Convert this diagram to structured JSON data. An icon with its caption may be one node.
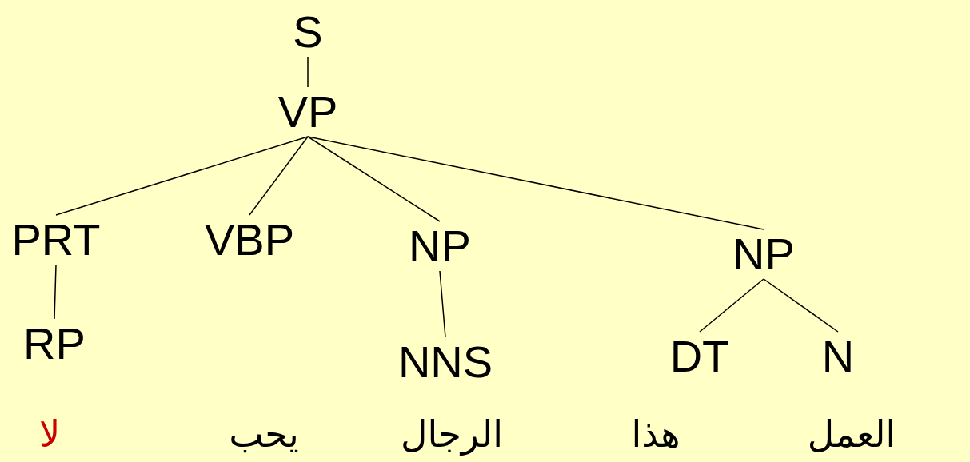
{
  "diagram": {
    "nodes": [
      {
        "text": [
          "S"
        ]
      },
      {
        "text": [
          "VP"
        ]
      },
      {
        "text": [
          "PRT"
        ]
      },
      {
        "text": [
          "VBP"
        ]
      },
      {
        "text": [
          "NP"
        ]
      },
      {
        "text": [
          "NP"
        ]
      },
      {
        "text": [
          "RP"
        ]
      },
      {
        "text": [
          "NNS"
        ]
      },
      {
        "text": [
          "DT"
        ]
      },
      {
        "text": [
          "N"
        ]
      }
    ],
    "edges": [
      {
        "from": 0,
        "to": 1,
        "arrow": "none"
      },
      {
        "from": 1,
        "to": 2,
        "arrow": "none"
      },
      {
        "from": 1,
        "to": 3,
        "arrow": "none"
      },
      {
        "from": 1,
        "to": 4,
        "arrow": "none"
      },
      {
        "from": 1,
        "to": 5,
        "arrow": "none"
      },
      {
        "from": 2,
        "to": 6,
        "arrow": "none"
      },
      {
        "from": 4,
        "to": 7,
        "arrow": "none"
      },
      {
        "from": 5,
        "to": 8,
        "arrow": "none"
      },
      {
        "from": 5,
        "to": 9,
        "arrow": "none"
      }
    ],
    "labels": [
      "لا",
      "يحب",
      "الرجال",
      "هذا",
      "العمل"
    ]
  }
}
